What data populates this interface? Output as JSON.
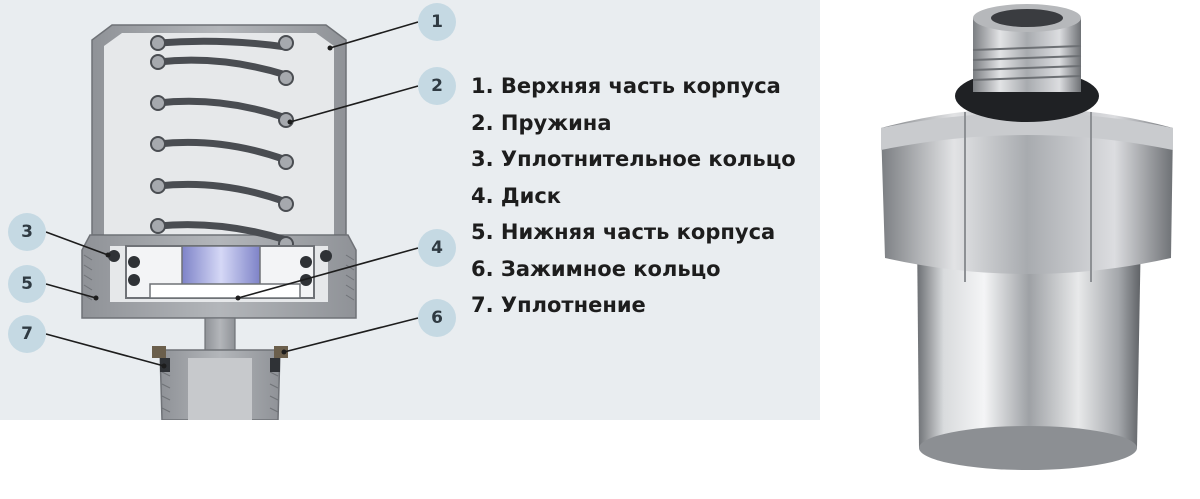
{
  "callouts": [
    {
      "number": "1"
    },
    {
      "number": "2"
    },
    {
      "number": "3"
    },
    {
      "number": "4"
    },
    {
      "number": "5"
    },
    {
      "number": "6"
    },
    {
      "number": "7"
    }
  ],
  "legend": {
    "items": [
      "1. Верхняя часть корпуса",
      "2. Пружина",
      "3. Уплотнительное кольцо",
      "4. Диск",
      "5. Нижняя часть корпуса",
      "6. Зажимное кольцо",
      "7. Уплотнение"
    ]
  },
  "colors": {
    "panel_background": "#e9edf0",
    "callout_fill": "#c5d9e3",
    "body_metal": "#9b9ea3",
    "cavity": "#e6e8ea",
    "spring": "#4a4d52",
    "disk": "#a9aee8"
  },
  "photo": {
    "icon": "air-vent-valve-photo"
  }
}
